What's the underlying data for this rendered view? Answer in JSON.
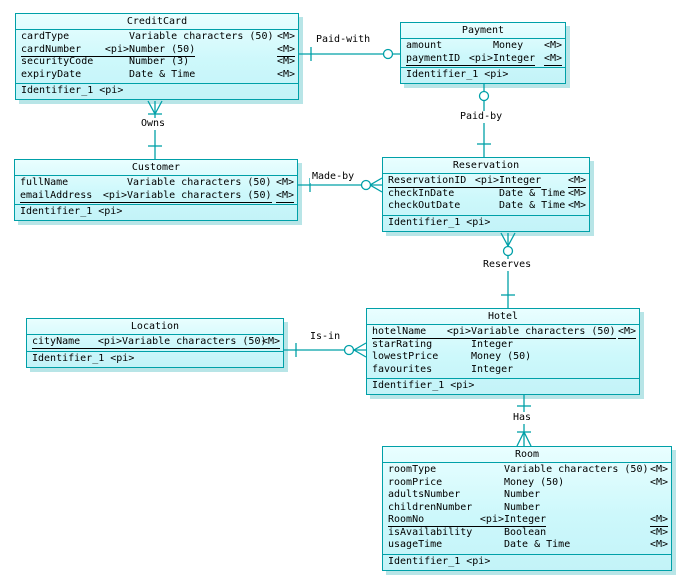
{
  "colors": {
    "line": "#00a0a8",
    "entity_fill": "#ccffff",
    "entity_shadow": "#b3e6ef",
    "text": "#000000",
    "background": "#ffffff"
  },
  "entities": {
    "creditcard": {
      "title": "CreditCard",
      "attributes": [
        {
          "name": "cardType",
          "pi": "",
          "type": "Variable characters (50)",
          "mandatory": "<M>",
          "key": false
        },
        {
          "name": "cardNumber",
          "pi": "<pi>",
          "type": "Number (50)",
          "mandatory": "<M>",
          "key": true
        },
        {
          "name": "securityCode",
          "pi": "",
          "type": "Number (3)",
          "mandatory": "<M>",
          "key": false
        },
        {
          "name": "expiryDate",
          "pi": "",
          "type": "Date & Time",
          "mandatory": "<M>",
          "key": false
        }
      ],
      "identifier": "Identifier_1 <pi>"
    },
    "payment": {
      "title": "Payment",
      "attributes": [
        {
          "name": "amount",
          "pi": "",
          "type": "Money",
          "mandatory": "<M>",
          "key": false
        },
        {
          "name": "paymentID",
          "pi": "<pi>",
          "type": "Integer",
          "mandatory": "<M>",
          "key": true
        }
      ],
      "identifier": "Identifier_1 <pi>"
    },
    "customer": {
      "title": "Customer",
      "attributes": [
        {
          "name": "fullName",
          "pi": "",
          "type": "Variable characters (50)",
          "mandatory": "<M>",
          "key": false
        },
        {
          "name": "emailAddress",
          "pi": "<pi>",
          "type": "Variable characters (50)",
          "mandatory": "<M>",
          "key": true
        }
      ],
      "identifier": "Identifier_1 <pi>"
    },
    "reservation": {
      "title": "Reservation",
      "attributes": [
        {
          "name": "ReservationID",
          "pi": "<pi>",
          "type": "Integer",
          "mandatory": "<M>",
          "key": true
        },
        {
          "name": "checkInDate",
          "pi": "",
          "type": "Date & Time",
          "mandatory": "<M>",
          "key": false
        },
        {
          "name": "checkOutDate",
          "pi": "",
          "type": "Date & Time",
          "mandatory": "<M>",
          "key": false
        }
      ],
      "identifier": "Identifier_1 <pi>"
    },
    "location": {
      "title": "Location",
      "attributes": [
        {
          "name": "cityName",
          "pi": "<pi>",
          "type": "Variable characters (50)",
          "mandatory": "<M>",
          "key": true
        }
      ],
      "identifier": "Identifier_1 <pi>"
    },
    "hotel": {
      "title": "Hotel",
      "attributes": [
        {
          "name": "hotelName",
          "pi": "<pi>",
          "type": "Variable characters (50)",
          "mandatory": "<M>",
          "key": true
        },
        {
          "name": "starRating",
          "pi": "",
          "type": "Integer",
          "mandatory": "",
          "key": false
        },
        {
          "name": "lowestPrice",
          "pi": "",
          "type": "Money (50)",
          "mandatory": "",
          "key": false
        },
        {
          "name": "favourites",
          "pi": "",
          "type": "Integer",
          "mandatory": "",
          "key": false
        }
      ],
      "identifier": "Identifier_1 <pi>"
    },
    "room": {
      "title": "Room",
      "attributes": [
        {
          "name": "roomType",
          "pi": "",
          "type": "Variable characters (50)",
          "mandatory": "<M>",
          "key": false
        },
        {
          "name": "roomPrice",
          "pi": "",
          "type": "Money (50)",
          "mandatory": "<M>",
          "key": false
        },
        {
          "name": "adultsNumber",
          "pi": "",
          "type": "Number",
          "mandatory": "",
          "key": false
        },
        {
          "name": "childrenNumber",
          "pi": "",
          "type": "Number",
          "mandatory": "",
          "key": false
        },
        {
          "name": "RoomNo",
          "pi": "<pi>",
          "type": "Integer",
          "mandatory": "<M>",
          "key": true
        },
        {
          "name": "isAvailability",
          "pi": "",
          "type": "Boolean",
          "mandatory": "<M>",
          "key": false
        },
        {
          "name": "usageTime",
          "pi": "",
          "type": "Date & Time",
          "mandatory": "<M>",
          "key": false
        }
      ],
      "identifier": "Identifier_1 <pi>"
    }
  },
  "relationships": [
    {
      "label": "Paid-with",
      "from": "CreditCard",
      "to": "Payment",
      "from_end": "one",
      "to_end": "zero-or-one"
    },
    {
      "label": "Owns",
      "from": "Customer",
      "to": "CreditCard",
      "from_end": "one",
      "to_end": "many"
    },
    {
      "label": "Paid-by",
      "from": "Payment",
      "to": "Reservation",
      "from_end": "zero-or-one",
      "to_end": "one"
    },
    {
      "label": "Made-by",
      "from": "Customer",
      "to": "Reservation",
      "from_end": "one",
      "to_end": "zero-or-many"
    },
    {
      "label": "Reserves",
      "from": "Hotel",
      "to": "Reservation",
      "from_end": "one",
      "to_end": "zero-or-many"
    },
    {
      "label": "Is-in",
      "from": "Location",
      "to": "Hotel",
      "from_end": "one",
      "to_end": "zero-or-many"
    },
    {
      "label": "Has",
      "from": "Hotel",
      "to": "Room",
      "from_end": "one",
      "to_end": "many"
    }
  ]
}
